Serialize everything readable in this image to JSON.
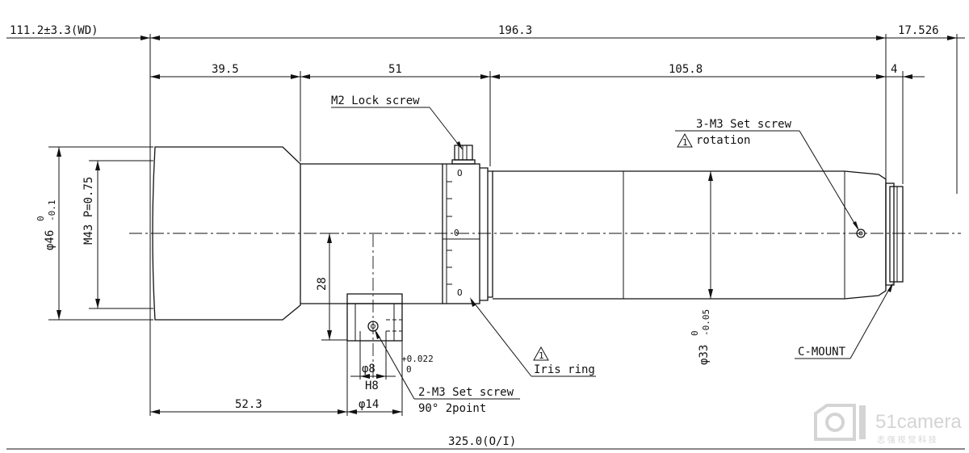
{
  "dimensions": {
    "wd": "111.2±3.3(WD)",
    "total_length": "196.3",
    "flange_offset": "17.526",
    "front_section": "39.5",
    "mid_section": "51",
    "rear_section": "105.8",
    "mount_length": "4",
    "mount_height": "28",
    "front_to_mount": "52.3",
    "oi": "325.0(O/I)",
    "front_diameter_sym": "φ46",
    "front_diameter_tol_upper": "0",
    "front_diameter_tol_lower": "-0.1",
    "front_thread": "M43 P=0.75",
    "body_diameter_sym": "φ33",
    "body_diameter_tol_upper": "0",
    "body_diameter_tol_lower": "-0.05",
    "pin_diameter": "φ8",
    "pin_fit": "H8",
    "pin_tol_upper": "+0.022",
    "pin_tol_lower": "0",
    "block_width": "φ14"
  },
  "labels": {
    "lock_screw": "M2 Lock screw",
    "set_screw_3": "3-M3 Set screw",
    "rotation": "rotation",
    "warning_mark": "1",
    "iris_ring": "Iris ring",
    "c_mount": "C-MOUNT",
    "set_screw_2": "2-M3 Set screw",
    "set_screw_2_note": "90° 2point"
  },
  "scale_marks": [
    "O",
    "O"
  ],
  "watermark": {
    "brand": "51camera",
    "tagline": "志 强 视 觉 科 技"
  }
}
